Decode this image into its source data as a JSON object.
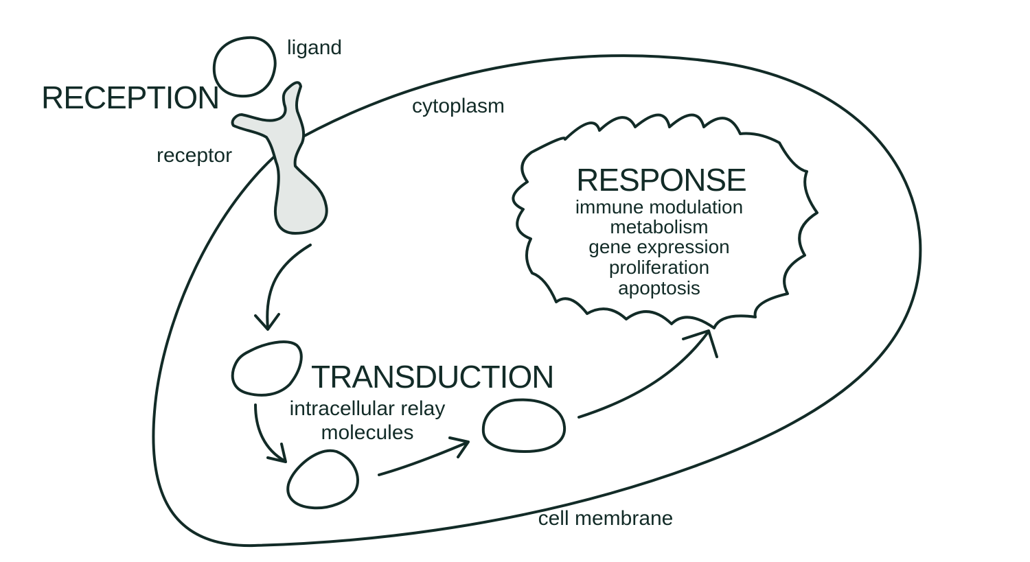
{
  "colors": {
    "ink": "#122b27",
    "receptor_fill": "#e4e8e6",
    "background": "#ffffff"
  },
  "labels": {
    "ligand": "ligand",
    "reception": "RECEPTION",
    "receptor": "receptor",
    "cytoplasm": "cytoplasm",
    "response_title": "RESPONSE",
    "response_items": [
      "immune modulation",
      "metabolism",
      "gene expression",
      "proliferation",
      "apoptosis"
    ],
    "transduction_title": "TRANSDUCTION",
    "relay_line1": "intracellular relay",
    "relay_line2": "molecules",
    "cell_membrane": "cell membrane"
  }
}
